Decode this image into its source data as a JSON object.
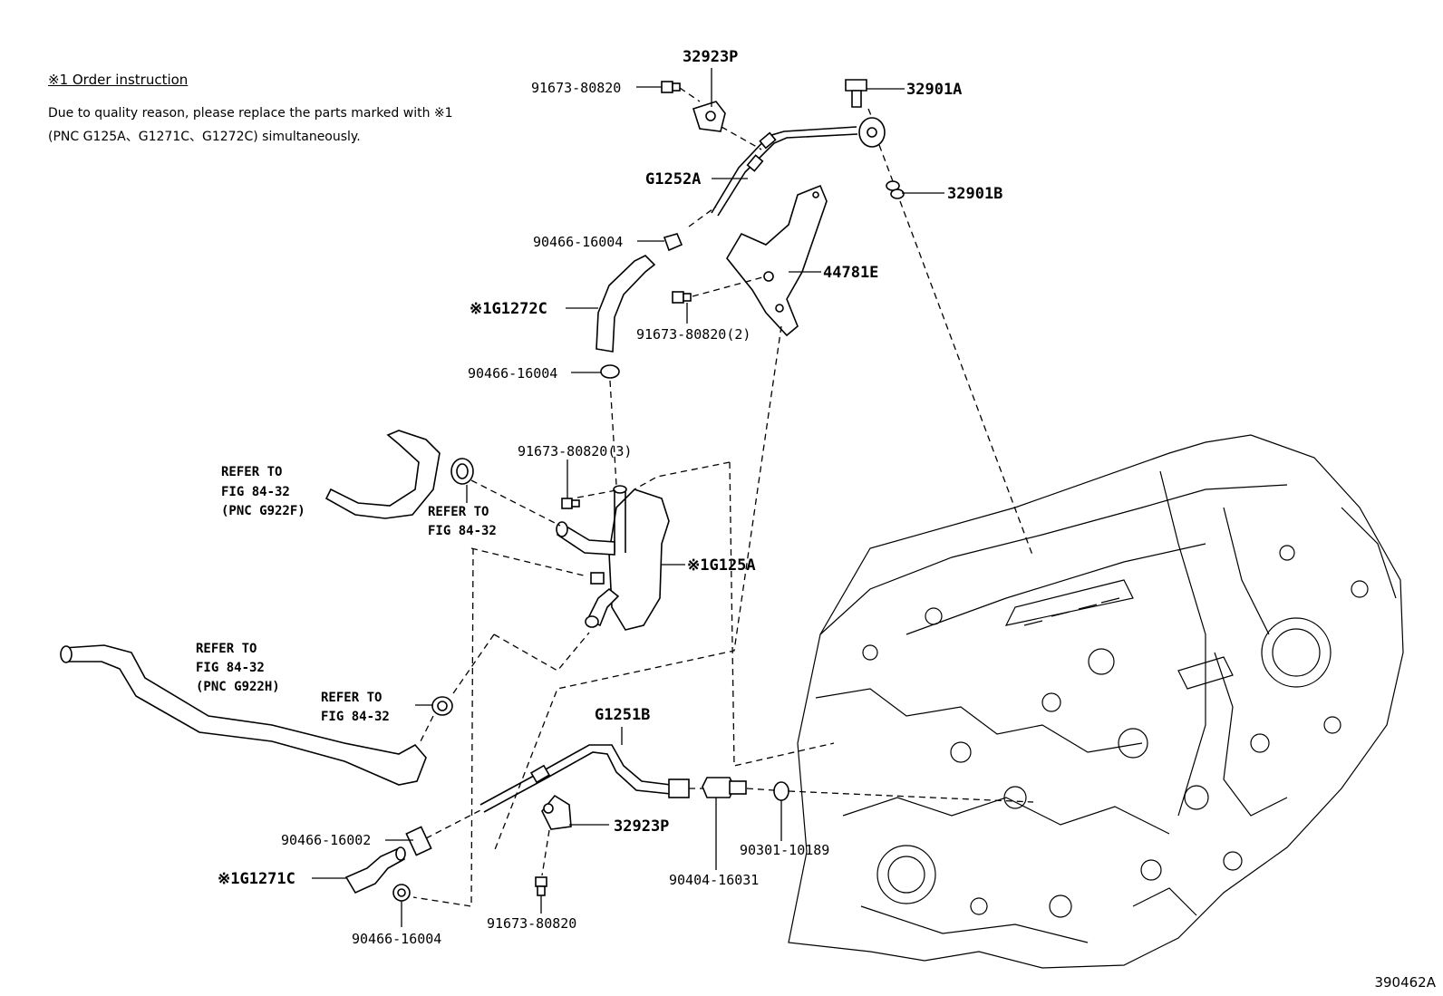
{
  "note": {
    "title": "※1 Order instruction",
    "line1": "Due to quality reason, please replace the parts marked with ※1",
    "line2": "(PNC G125A、G1271C、G1272C)  simultaneously."
  },
  "labels": {
    "p_32923P_top": "32923P",
    "p_91673_80820_top": "91673-80820",
    "p_32901A": "32901A",
    "p_32901B": "32901B",
    "p_G1252A": "G1252A",
    "p_90466_16004_a": "90466-16004",
    "p_44781E": "44781E",
    "p_G1272C": "※1G1272C",
    "p_91673_80820_2": "91673-80820(2)",
    "p_90466_16004_b": "90466-16004",
    "p_91673_80820_3": "91673-80820(3)",
    "p_G125A": "※1G125A",
    "p_G1251B": "G1251B",
    "p_32923P_bot": "32923P",
    "p_90466_16002": "90466-16002",
    "p_G1271C": "※1G1271C",
    "p_90466_16004_c": "90466-16004",
    "p_91673_80820_bot": "91673-80820",
    "p_90404_16031": "90404-16031",
    "p_90301_10189": "90301-10189"
  },
  "refs": {
    "ref1_l1": "REFER TO",
    "ref1_l2": "FIG 84-32",
    "ref1_l3": "(PNC G922F)",
    "ref2_l1": "REFER TO",
    "ref2_l2": "FIG 84-32",
    "ref3_l1": "REFER TO",
    "ref3_l2": "FIG 84-32",
    "ref3_l3": "(PNC G922H)",
    "ref4_l1": "REFER TO",
    "ref4_l2": "FIG 84-32"
  },
  "figure_id": "390462A"
}
